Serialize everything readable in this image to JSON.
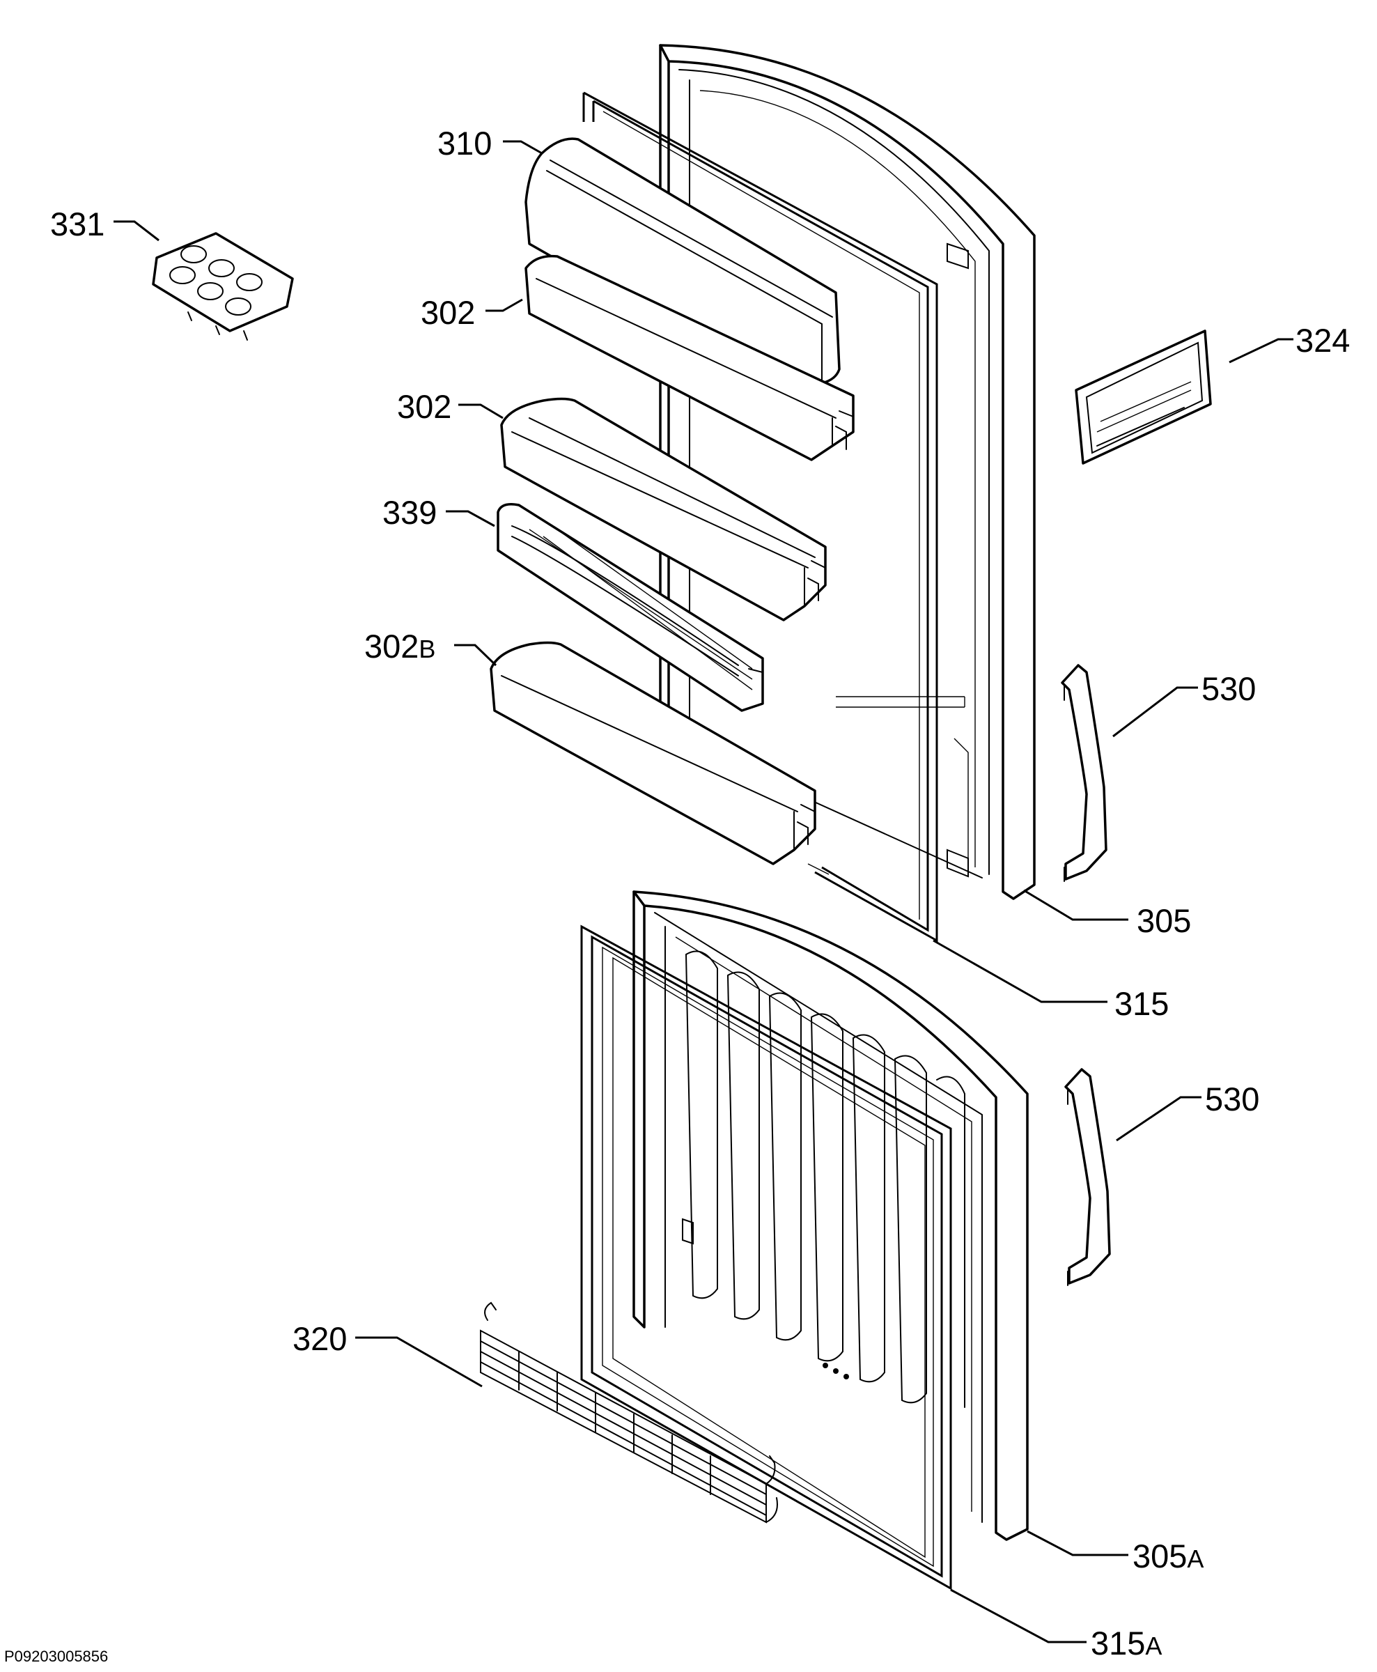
{
  "callouts": {
    "c310": "310",
    "c331": "331",
    "c302_top": "302",
    "c302_mid": "302",
    "c339": "339",
    "c302b": "302",
    "c302b_suffix": "B",
    "c324": "324",
    "c530_top": "530",
    "c530_bottom": "530",
    "c305": "305",
    "c315": "315",
    "c320": "320",
    "c305a": "305",
    "c305a_suffix": "A",
    "c315a": "315",
    "c315a_suffix": "A"
  },
  "drawing_number": "P09203005856"
}
